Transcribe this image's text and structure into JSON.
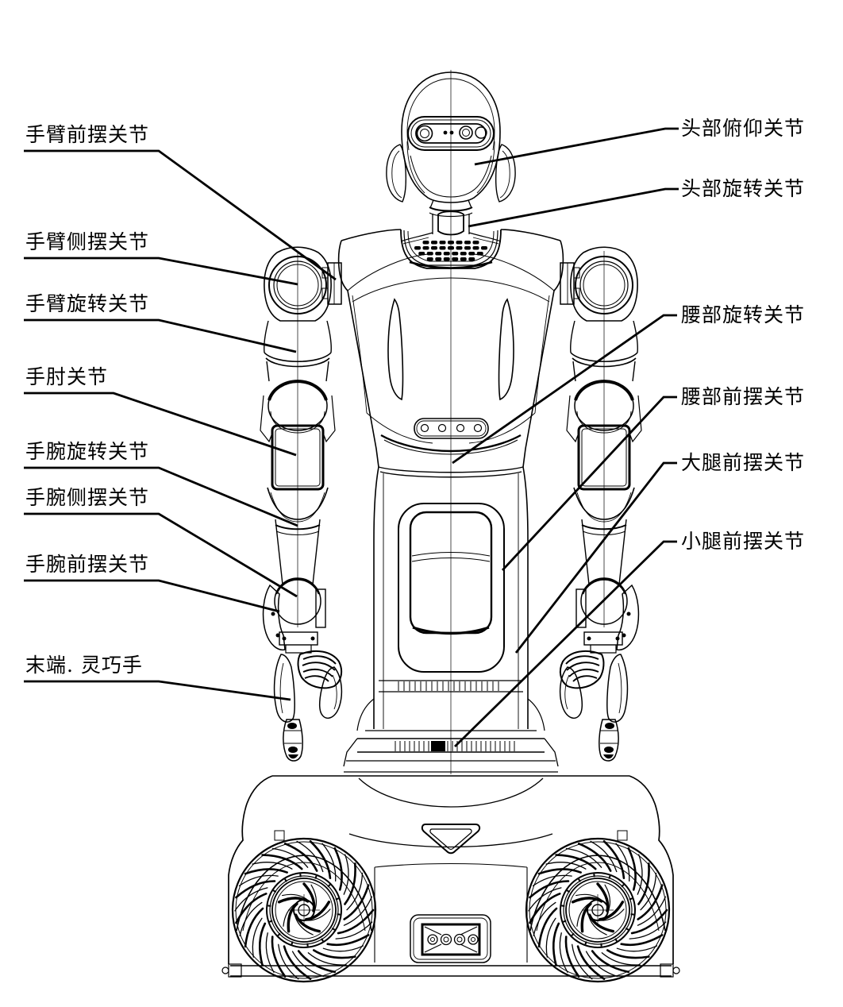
{
  "colors": {
    "line": "#000000",
    "background": "#ffffff"
  },
  "labels": {
    "left": [
      {
        "text": "手臂前摆关节"
      },
      {
        "text": "手臂侧摆关节"
      },
      {
        "text": "手臂旋转关节"
      },
      {
        "text": "手肘关节"
      },
      {
        "text": "手腕旋转关节"
      },
      {
        "text": "手腕侧摆关节"
      },
      {
        "text": "手腕前摆关节"
      },
      {
        "text": "末端. 灵巧手"
      }
    ],
    "right": [
      {
        "text": "头部俯仰关节"
      },
      {
        "text": "头部旋转关节"
      },
      {
        "text": "腰部旋转关节"
      },
      {
        "text": "腰部前摆关节"
      },
      {
        "text": "大腿前摆关节"
      },
      {
        "text": "小腿前摆关节"
      }
    ]
  }
}
